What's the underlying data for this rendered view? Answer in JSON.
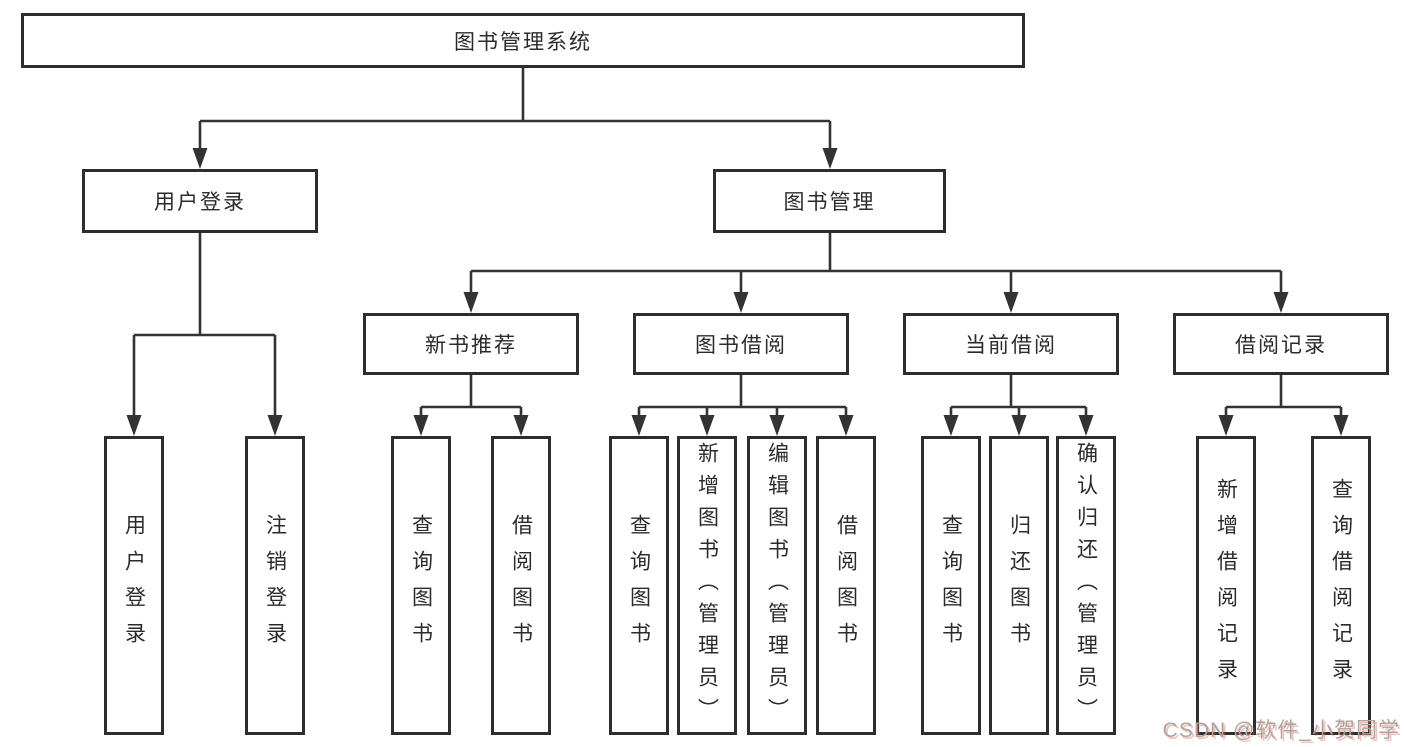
{
  "diagram": {
    "type": "hierarchy-tree",
    "colors": {
      "line": "#333333",
      "border": "#2d2d2d",
      "text": "#2b2b2b",
      "background": "#ffffff",
      "watermark_text": "#a6a6a6",
      "watermark_accent": "#fc5531"
    },
    "nodes": {
      "root": {
        "id": "library-system",
        "label": "图书管理系统"
      },
      "level2": [
        {
          "id": "user-login",
          "label": "用户登录",
          "parent": "library-system"
        },
        {
          "id": "book-management",
          "label": "图书管理",
          "parent": "library-system"
        }
      ],
      "level3": [
        {
          "id": "new-book-recommend",
          "label": "新书推荐",
          "parent": "book-management"
        },
        {
          "id": "book-borrowing",
          "label": "图书借阅",
          "parent": "book-management"
        },
        {
          "id": "current-borrowing",
          "label": "当前借阅",
          "parent": "book-management"
        },
        {
          "id": "borrowing-records",
          "label": "借阅记录",
          "parent": "book-management"
        }
      ],
      "leaves": [
        {
          "id": "user-login-action",
          "label": "用户登录",
          "parent": "user-login"
        },
        {
          "id": "logout",
          "label": "注销登录",
          "parent": "user-login"
        },
        {
          "id": "query-books-recommend",
          "label": "查询图书",
          "parent": "new-book-recommend"
        },
        {
          "id": "borrow-books-recommend",
          "label": "借阅图书",
          "parent": "new-book-recommend"
        },
        {
          "id": "query-books-borrowing",
          "label": "查询图书",
          "parent": "book-borrowing"
        },
        {
          "id": "add-books-admin",
          "label": "新增图书（管理员）",
          "parent": "book-borrowing"
        },
        {
          "id": "edit-books-admin",
          "label": "编辑图书（管理员）",
          "parent": "book-borrowing"
        },
        {
          "id": "borrow-books-borrowing",
          "label": "借阅图书",
          "parent": "book-borrowing"
        },
        {
          "id": "query-books-current",
          "label": "查询图书",
          "parent": "current-borrowing"
        },
        {
          "id": "return-books",
          "label": "归还图书",
          "parent": "current-borrowing"
        },
        {
          "id": "confirm-return-admin",
          "label": "确认归还（管理员）",
          "parent": "current-borrowing"
        },
        {
          "id": "add-borrow-record",
          "label": "新增借阅记录",
          "parent": "borrowing-records"
        },
        {
          "id": "query-borrow-record",
          "label": "查询借阅记录",
          "parent": "borrowing-records"
        }
      ]
    },
    "watermark": "CSDN @软件_小贺同学"
  }
}
